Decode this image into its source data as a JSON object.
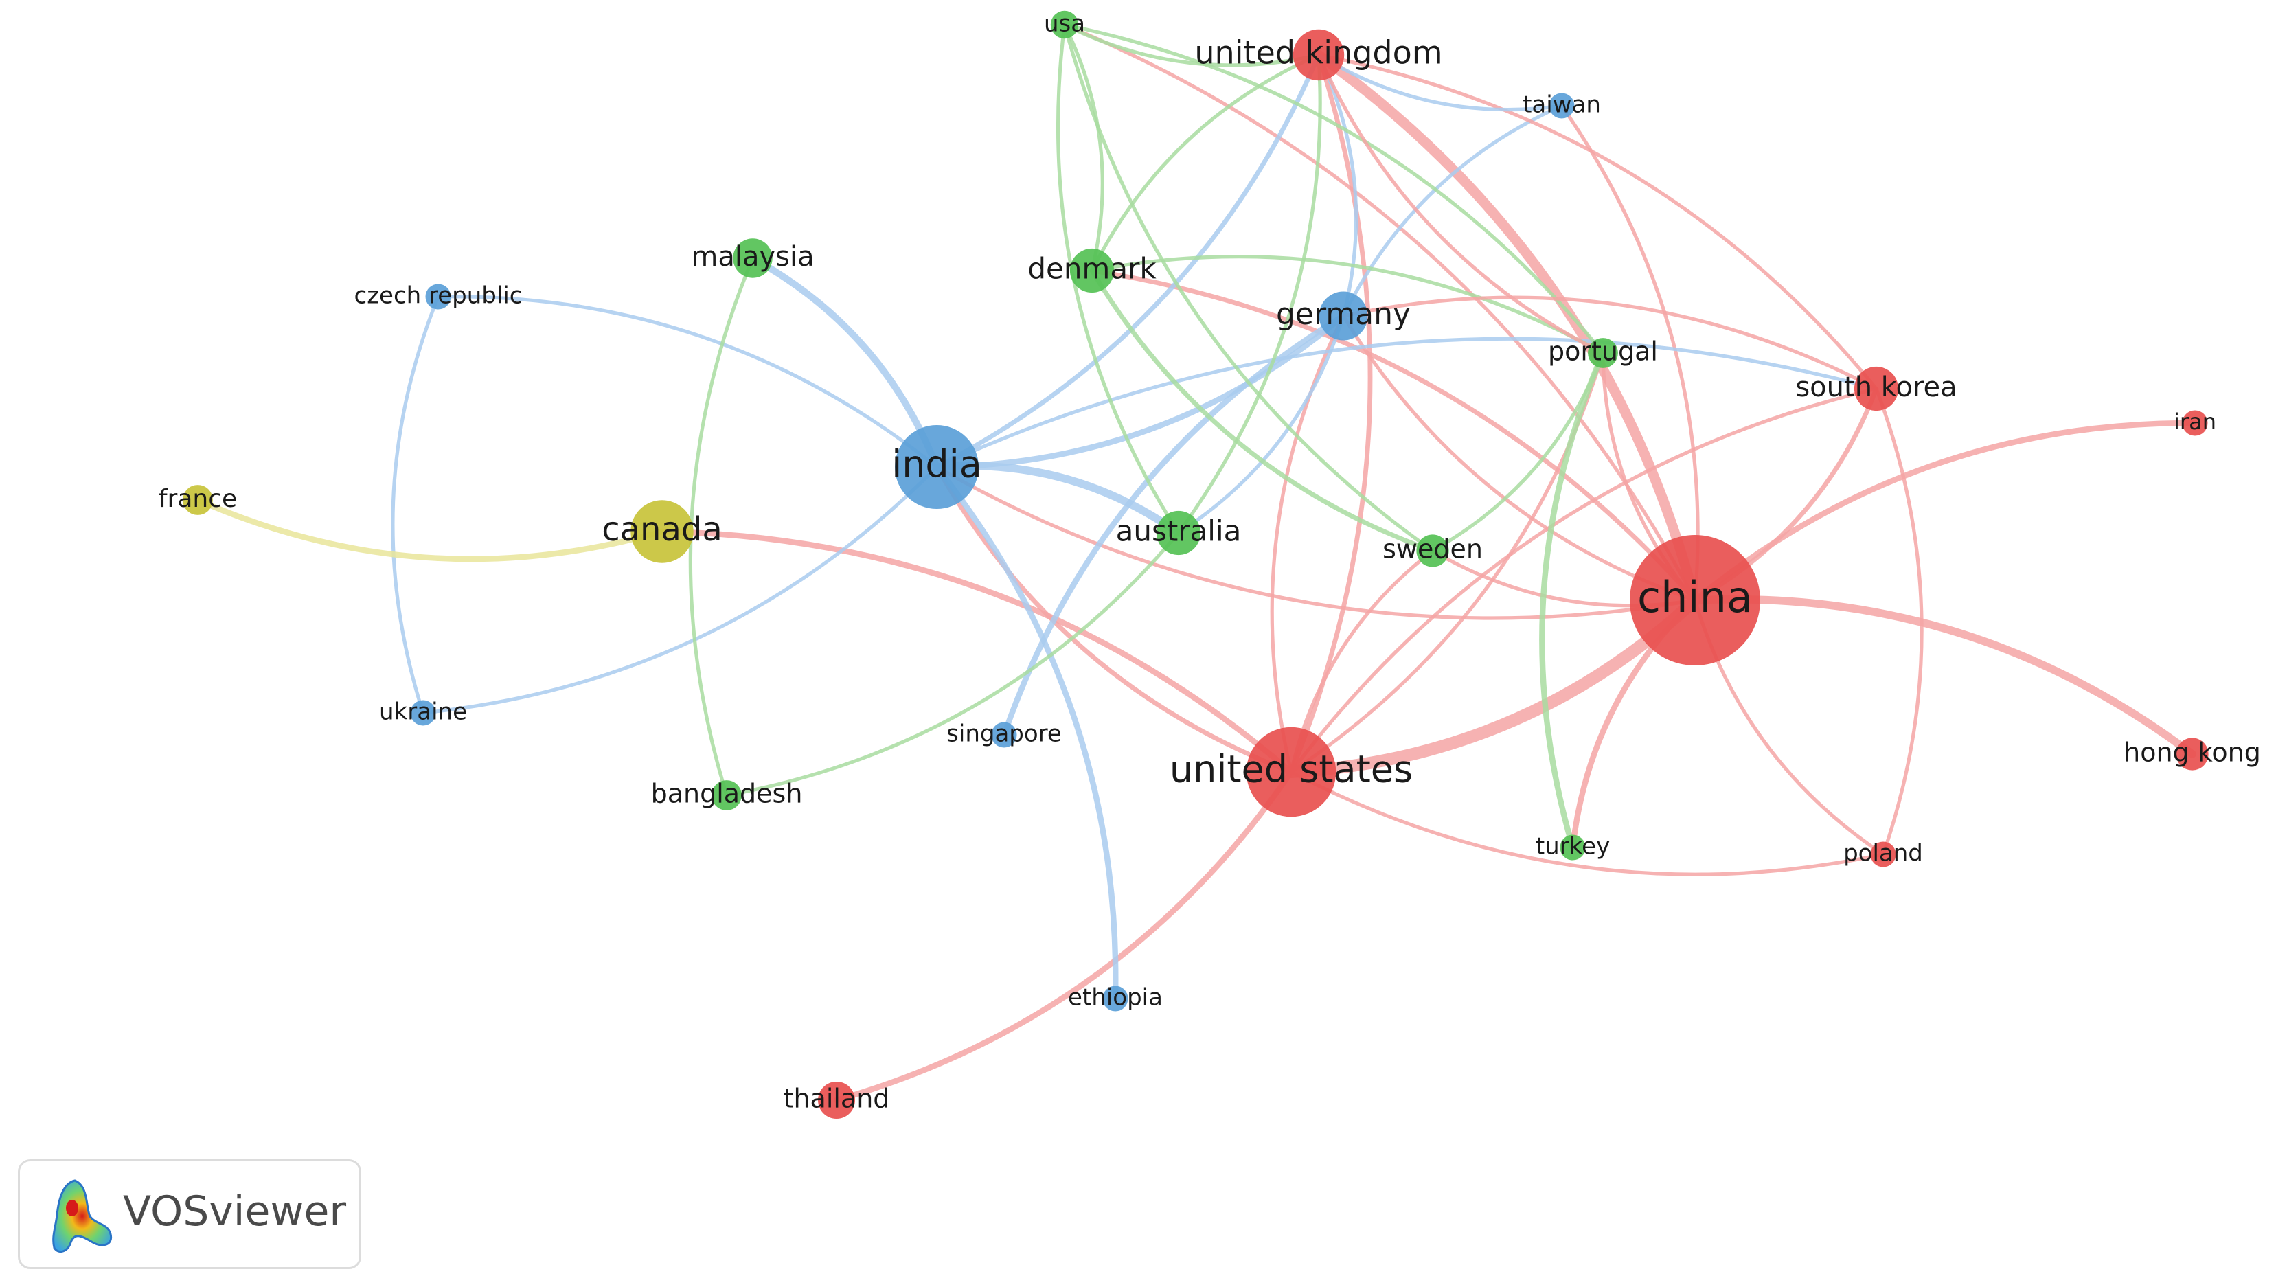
{
  "software": {
    "name": "VOSviewer",
    "logo_icon": "vosviewer-density-logo-icon"
  },
  "clusters": [
    {
      "id": 1,
      "color": "#e8504f",
      "link_color": "#f4a5a4"
    },
    {
      "id": 2,
      "color": "#55c155",
      "link_color": "#a8dca0"
    },
    {
      "id": 3,
      "color": "#5b9fd8",
      "link_color": "#a9cbef"
    },
    {
      "id": 4,
      "color": "#c8c33a",
      "link_color": "#e9e59a"
    }
  ],
  "nodes": [
    {
      "id": "china",
      "label": "china",
      "cluster": 1,
      "weight": 10
    },
    {
      "id": "united-states",
      "label": "united states",
      "cluster": 1,
      "weight": 6.5
    },
    {
      "id": "united-kingdom",
      "label": "united kingdom",
      "cluster": 1,
      "weight": 3.2
    },
    {
      "id": "south-korea",
      "label": "south korea",
      "cluster": 1,
      "weight": 2.6
    },
    {
      "id": "hong-kong",
      "label": "hong kong",
      "cluster": 1,
      "weight": 1.6
    },
    {
      "id": "thailand",
      "label": "thailand",
      "cluster": 1,
      "weight": 2.0
    },
    {
      "id": "iran",
      "label": "iran",
      "cluster": 1,
      "weight": 1.0
    },
    {
      "id": "poland",
      "label": "poland",
      "cluster": 1,
      "weight": 1.0
    },
    {
      "id": "india",
      "label": "india",
      "cluster": 3,
      "weight": 6.0
    },
    {
      "id": "germany",
      "label": "germany",
      "cluster": 3,
      "weight": 3.0
    },
    {
      "id": "taiwan",
      "label": "taiwan",
      "cluster": 3,
      "weight": 1.0
    },
    {
      "id": "czech-republic",
      "label": "czech republic",
      "cluster": 3,
      "weight": 1.0
    },
    {
      "id": "ukraine",
      "label": "ukraine",
      "cluster": 3,
      "weight": 1.0
    },
    {
      "id": "singapore",
      "label": "singapore",
      "cluster": 3,
      "weight": 1.0
    },
    {
      "id": "ethiopia",
      "label": "ethiopia",
      "cluster": 3,
      "weight": 1.0
    },
    {
      "id": "malaysia",
      "label": "malaysia",
      "cluster": 2,
      "weight": 2.2
    },
    {
      "id": "denmark",
      "label": "denmark",
      "cluster": 2,
      "weight": 2.6
    },
    {
      "id": "australia",
      "label": "australia",
      "cluster": 2,
      "weight": 2.6
    },
    {
      "id": "usa",
      "label": "usa",
      "cluster": 2,
      "weight": 1.2
    },
    {
      "id": "portugal",
      "label": "portugal",
      "cluster": 2,
      "weight": 1.4
    },
    {
      "id": "sweden",
      "label": "sweden",
      "cluster": 2,
      "weight": 1.6
    },
    {
      "id": "bangladesh",
      "label": "bangladesh",
      "cluster": 2,
      "weight": 1.4
    },
    {
      "id": "turkey",
      "label": "turkey",
      "cluster": 2,
      "weight": 1.0
    },
    {
      "id": "canada",
      "label": "canada",
      "cluster": 4,
      "weight": 4.2
    },
    {
      "id": "france",
      "label": "france",
      "cluster": 4,
      "weight": 1.4
    }
  ],
  "links": [
    {
      "source": "china",
      "target": "united-states",
      "strength": 5
    },
    {
      "source": "china",
      "target": "united-kingdom",
      "strength": 4
    },
    {
      "source": "china",
      "target": "hong-kong",
      "strength": 3
    },
    {
      "source": "china",
      "target": "south-korea",
      "strength": 1.5
    },
    {
      "source": "china",
      "target": "iran",
      "strength": 2
    },
    {
      "source": "china",
      "target": "poland",
      "strength": 1
    },
    {
      "source": "china",
      "target": "india",
      "strength": 1
    },
    {
      "source": "china",
      "target": "denmark",
      "strength": 1.5
    },
    {
      "source": "china",
      "target": "germany",
      "strength": 1
    },
    {
      "source": "china",
      "target": "taiwan",
      "strength": 1
    },
    {
      "source": "china",
      "target": "sweden",
      "strength": 1
    },
    {
      "source": "china",
      "target": "turkey",
      "strength": 2
    },
    {
      "source": "china",
      "target": "portugal",
      "strength": 1
    },
    {
      "source": "china",
      "target": "usa",
      "strength": 1
    },
    {
      "source": "united-states",
      "target": "thailand",
      "strength": 2
    },
    {
      "source": "united-states",
      "target": "united-kingdom",
      "strength": 1.5
    },
    {
      "source": "united-states",
      "target": "india",
      "strength": 1.5
    },
    {
      "source": "united-states",
      "target": "canada",
      "strength": 2
    },
    {
      "source": "united-states",
      "target": "south-korea",
      "strength": 1
    },
    {
      "source": "united-states",
      "target": "poland",
      "strength": 1
    },
    {
      "source": "united-states",
      "target": "germany",
      "strength": 1
    },
    {
      "source": "united-states",
      "target": "portugal",
      "strength": 1
    },
    {
      "source": "united-states",
      "target": "sweden",
      "strength": 1
    },
    {
      "source": "india",
      "target": "malaysia",
      "strength": 2.5
    },
    {
      "source": "india",
      "target": "australia",
      "strength": 3
    },
    {
      "source": "india",
      "target": "germany",
      "strength": 2
    },
    {
      "source": "india",
      "target": "ethiopia",
      "strength": 2
    },
    {
      "source": "india",
      "target": "czech-republic",
      "strength": 1
    },
    {
      "source": "india",
      "target": "ukraine",
      "strength": 1
    },
    {
      "source": "india",
      "target": "united-kingdom",
      "strength": 1.5
    },
    {
      "source": "india",
      "target": "south-korea",
      "strength": 1
    },
    {
      "source": "germany",
      "target": "singapore",
      "strength": 2
    },
    {
      "source": "germany",
      "target": "taiwan",
      "strength": 1
    },
    {
      "source": "germany",
      "target": "united-kingdom",
      "strength": 1
    },
    {
      "source": "germany",
      "target": "australia",
      "strength": 1
    },
    {
      "source": "czech-republic",
      "target": "ukraine",
      "strength": 1
    },
    {
      "source": "canada",
      "target": "france",
      "strength": 2
    },
    {
      "source": "malaysia",
      "target": "bangladesh",
      "strength": 1
    },
    {
      "source": "australia",
      "target": "bangladesh",
      "strength": 1
    },
    {
      "source": "australia",
      "target": "united-kingdom",
      "strength": 1
    },
    {
      "source": "australia",
      "target": "usa",
      "strength": 1
    },
    {
      "source": "denmark",
      "target": "sweden",
      "strength": 1.5
    },
    {
      "source": "denmark",
      "target": "portugal",
      "strength": 1
    },
    {
      "source": "denmark",
      "target": "usa",
      "strength": 1
    },
    {
      "source": "denmark",
      "target": "united-kingdom",
      "strength": 1
    },
    {
      "source": "usa",
      "target": "united-kingdom",
      "strength": 1
    },
    {
      "source": "usa",
      "target": "portugal",
      "strength": 1
    },
    {
      "source": "usa",
      "target": "sweden",
      "strength": 1
    },
    {
      "source": "portugal",
      "target": "sweden",
      "strength": 1
    },
    {
      "source": "portugal",
      "target": "turkey",
      "strength": 2
    },
    {
      "source": "united-kingdom",
      "target": "south-korea",
      "strength": 1
    },
    {
      "source": "united-kingdom",
      "target": "portugal",
      "strength": 1
    },
    {
      "source": "south-korea",
      "target": "poland",
      "strength": 1
    },
    {
      "source": "south-korea",
      "target": "germany",
      "strength": 1
    },
    {
      "source": "taiwan",
      "target": "united-kingdom",
      "strength": 1
    }
  ]
}
